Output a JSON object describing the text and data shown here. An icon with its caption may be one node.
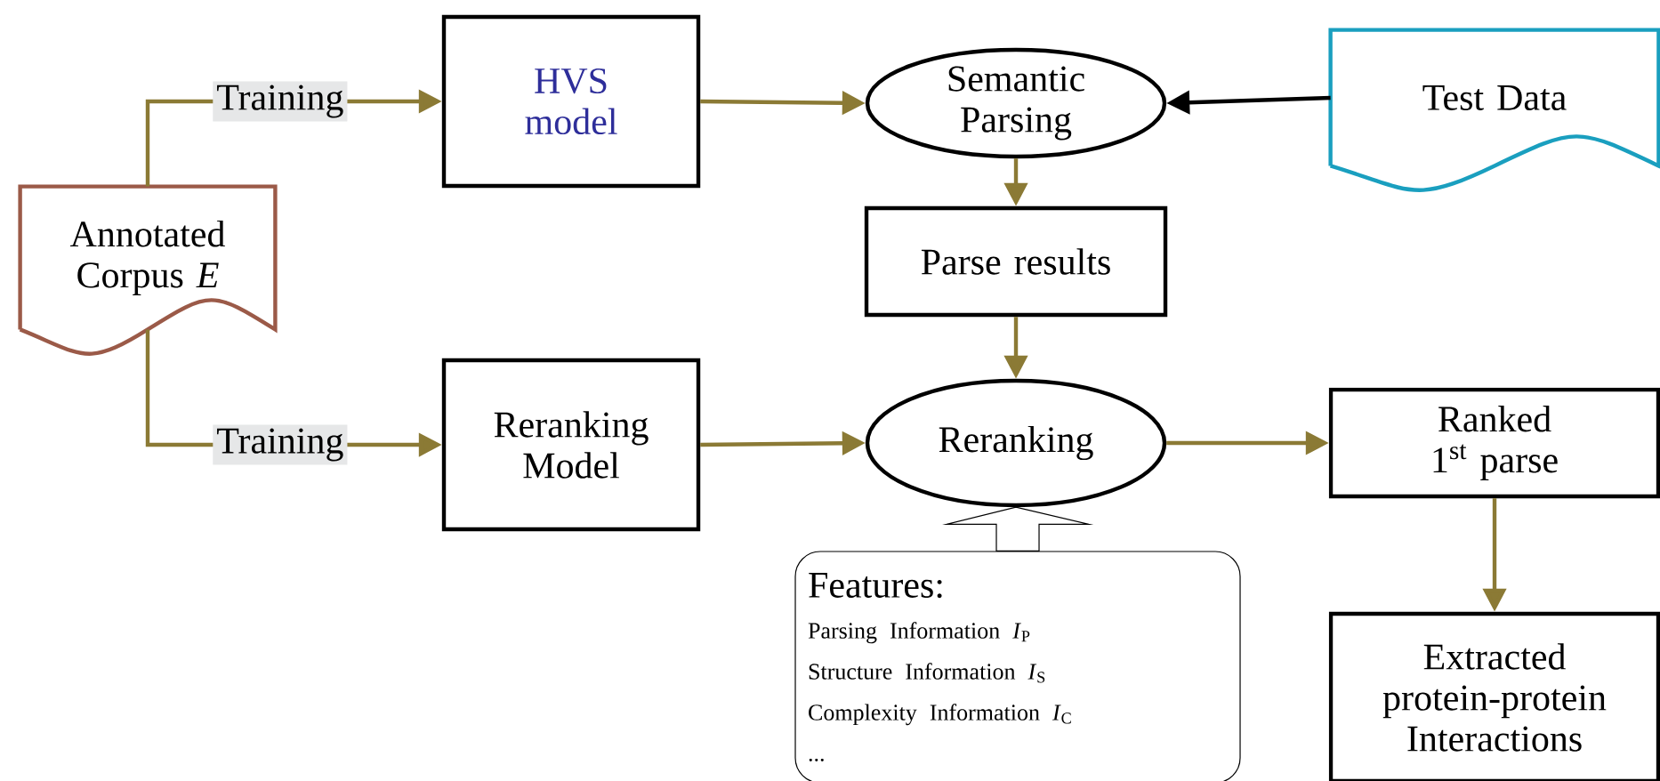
{
  "diagram": {
    "nodes": [
      {
        "text": [
          "Annotated Corpus *E*"
        ]
      },
      {
        "text": [
          "HVS model"
        ]
      },
      {
        "text": [
          "Reranking Model"
        ]
      },
      {
        "text": [
          "Semantic Parsing"
        ]
      },
      {
        "text": [
          "Test Data"
        ]
      },
      {
        "text": [
          "Parse results"
        ]
      },
      {
        "text": [
          "Reranking"
        ]
      },
      {
        "text": [
          "Ranked 1$^{st}$ parse"
        ]
      },
      {
        "text": [
          "Extracted protein-protein Interactions"
        ]
      },
      {
        "text": [
          "Features:",
          "Parsing Information *I*$_{P}$",
          "Structure Information *I*$_{S}$",
          "Complexity Information *I*$_{C}$",
          "..."
        ]
      }
    ],
    "edges": [
      {
        "from": 0,
        "to": 1,
        "arrow": "to",
        "label": "Training"
      },
      {
        "from": 0,
        "to": 2,
        "arrow": "to",
        "label": "Training"
      },
      {
        "from": 1,
        "to": 3,
        "arrow": "to"
      },
      {
        "from": 4,
        "to": 3,
        "arrow": "to",
        "color": "#000000"
      },
      {
        "from": 3,
        "to": 5,
        "arrow": "to"
      },
      {
        "from": 5,
        "to": 6,
        "arrow": "to"
      },
      {
        "from": 2,
        "to": 6,
        "arrow": "to"
      },
      {
        "from": 6,
        "to": 7,
        "arrow": "to"
      },
      {
        "from": 7,
        "to": 8,
        "arrow": "to"
      },
      {
        "from": 9,
        "to": 6,
        "arrow": "to",
        "style": "thick",
        "color": "#000000"
      }
    ]
  }
}
